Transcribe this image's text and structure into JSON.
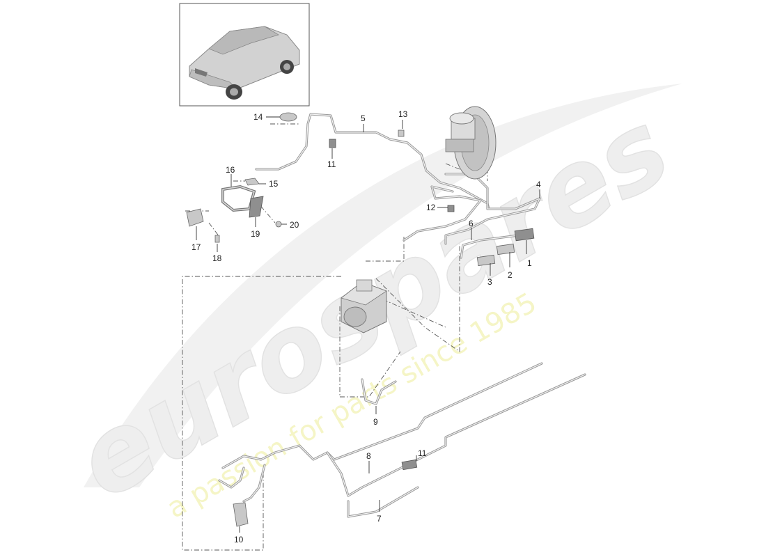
{
  "watermark": {
    "brand": "eurospares",
    "tagline": "a passion for parts since 1985",
    "brand_color": "#eaeaea",
    "tagline_color": "#f3f3b8"
  },
  "thumbnail": {
    "icon": "car-suv-icon"
  },
  "callouts": [
    {
      "id": "c1",
      "text": "1"
    },
    {
      "id": "c2",
      "text": "2"
    },
    {
      "id": "c3",
      "text": "3"
    },
    {
      "id": "c4",
      "text": "4"
    },
    {
      "id": "c5",
      "text": "5"
    },
    {
      "id": "c6",
      "text": "6"
    },
    {
      "id": "c7",
      "text": "7"
    },
    {
      "id": "c8",
      "text": "8"
    },
    {
      "id": "c9",
      "text": "9"
    },
    {
      "id": "c10",
      "text": "10"
    },
    {
      "id": "c11a",
      "text": "11"
    },
    {
      "id": "c11b",
      "text": "11"
    },
    {
      "id": "c12",
      "text": "12"
    },
    {
      "id": "c13",
      "text": "13"
    },
    {
      "id": "c14",
      "text": "14"
    },
    {
      "id": "c15",
      "text": "15"
    },
    {
      "id": "c16",
      "text": "16"
    },
    {
      "id": "c17",
      "text": "17"
    },
    {
      "id": "c18",
      "text": "18"
    },
    {
      "id": "c19",
      "text": "19"
    },
    {
      "id": "c20",
      "text": "20"
    }
  ]
}
